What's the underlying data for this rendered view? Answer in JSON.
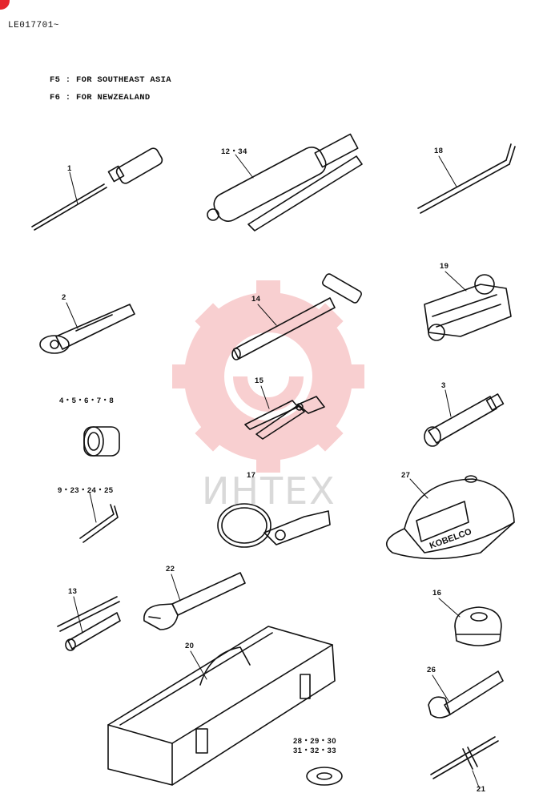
{
  "header": {
    "code": "LE017701~",
    "notes": [
      "F5 : FOR SOUTHEAST ASIA",
      "F6 : FOR NEWZEALAND"
    ]
  },
  "watermark": {
    "text": "ИНТЕХ",
    "color": "#f4a9ab"
  },
  "parts": {
    "p1": "1",
    "p12_34": "12・34",
    "p18": "18",
    "p2": "2",
    "p14": "14",
    "p19": "19",
    "p15": "15",
    "p4_8": "4・5・6・7・8",
    "p3": "3",
    "p9_25": "9・23・24・25",
    "p17": "17",
    "p27": "27",
    "p22": "22",
    "p13": "13",
    "p16": "16",
    "p20": "20",
    "p26": "26",
    "p28_30": "28・29・30",
    "p31_33": "31・32・33",
    "p21": "21"
  },
  "cap_text": "KOBELCO"
}
